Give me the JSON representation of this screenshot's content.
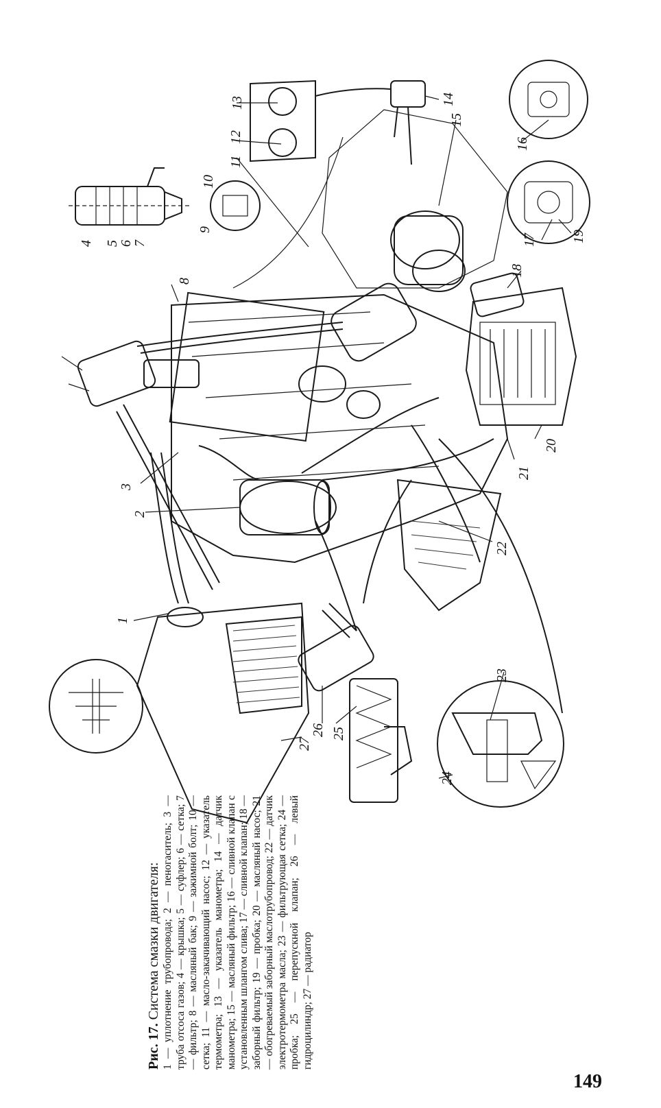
{
  "figure": {
    "callouts": [
      "1",
      "2",
      "3",
      "4",
      "5",
      "6",
      "7",
      "8",
      "9",
      "10",
      "11",
      "12",
      "13",
      "14",
      "15",
      "16",
      "17",
      "18",
      "19",
      "20",
      "21",
      "22",
      "23",
      "24",
      "25",
      "26",
      "27"
    ]
  },
  "caption": {
    "label": "Рис. 17.",
    "title": "Система смазки двигателя:",
    "legend": "1 — уплотнение трубопровода; 2 — пеногаситель; 3 — труба отсоса газов; 4 — крышка; 5 — суфлер; 6 — сетка; 7 — фильтр; 8 — масляный бак; 9 — зажимной болт; 10 — сетка; 11 — масло-закачивающий насос; 12 — указатель термометра; 13 — указатель манометра; 14 — датчик манометра; 15 — масляный фильтр; 16 — сливной клапан с установленным шлангом слива; 17 — сливной клапан; 18 — заборный фильтр; 19 — пробка; 20 — масляный насос; 21 — обогреваемый заборный маслотрубопровод; 22 — датчик электротермометра масла; 23 — фильтрующая сетка; 24 — пробка; 25 — перепускной клапан; 26 — левый гидроцилиндр; 27 — радиатор"
  },
  "page_number": "149"
}
